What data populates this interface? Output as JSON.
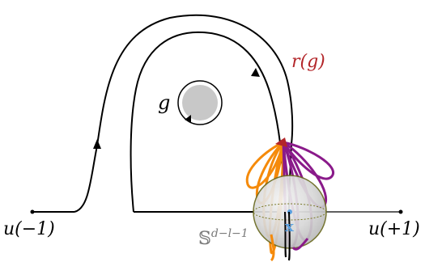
{
  "labels": {
    "u_left": "u(−1)",
    "u_right": "u(+1)",
    "g": "g",
    "r_g": "r(g)",
    "sphere": "𝕊",
    "sphere_exp": "d−l−1",
    "x": "x"
  },
  "colors": {
    "stroke": "#000000",
    "r_label": "#b3262a",
    "loop_orange": "#f58a0a",
    "loop_purple": "#8a1a8a",
    "sphere_fill": "#dcdcdc",
    "sphere_rim": "#7a7a2a",
    "hole_fill": "#c8c8c8",
    "x_blue": "#5aa0e0"
  }
}
